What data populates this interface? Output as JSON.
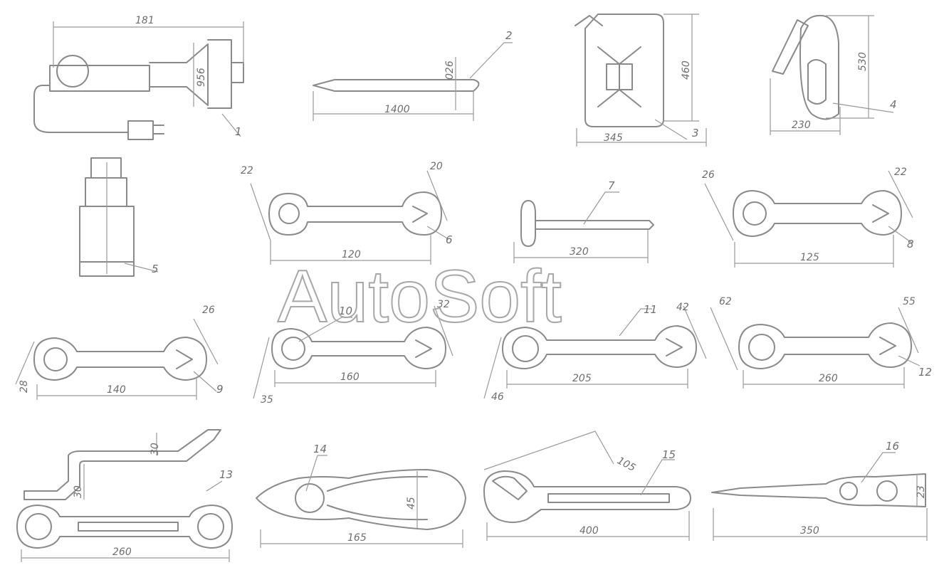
{
  "watermark": "AutoSoft",
  "items": [
    {
      "num": "1",
      "dims": [
        "181",
        "956"
      ]
    },
    {
      "num": "2",
      "dims": [
        "1400",
        "026"
      ]
    },
    {
      "num": "3",
      "dims": [
        "345",
        "460"
      ]
    },
    {
      "num": "4",
      "dims": [
        "230",
        "530"
      ]
    },
    {
      "num": "5",
      "dims": []
    },
    {
      "num": "6",
      "dims": [
        "22",
        "20",
        "120"
      ]
    },
    {
      "num": "7",
      "dims": [
        "320"
      ]
    },
    {
      "num": "8",
      "dims": [
        "26",
        "22",
        "125"
      ]
    },
    {
      "num": "9",
      "dims": [
        "26",
        "28",
        "140"
      ]
    },
    {
      "num": "10",
      "dims": [
        "32",
        "35",
        "160"
      ]
    },
    {
      "num": "11",
      "dims": [
        "42",
        "46",
        "205"
      ]
    },
    {
      "num": "12",
      "dims": [
        "62",
        "55",
        "260"
      ]
    },
    {
      "num": "13",
      "dims": [
        "30",
        "30",
        "260"
      ]
    },
    {
      "num": "14",
      "dims": [
        "45",
        "165"
      ]
    },
    {
      "num": "15",
      "dims": [
        "105",
        "400"
      ]
    },
    {
      "num": "16",
      "dims": [
        "23",
        "350"
      ]
    }
  ]
}
